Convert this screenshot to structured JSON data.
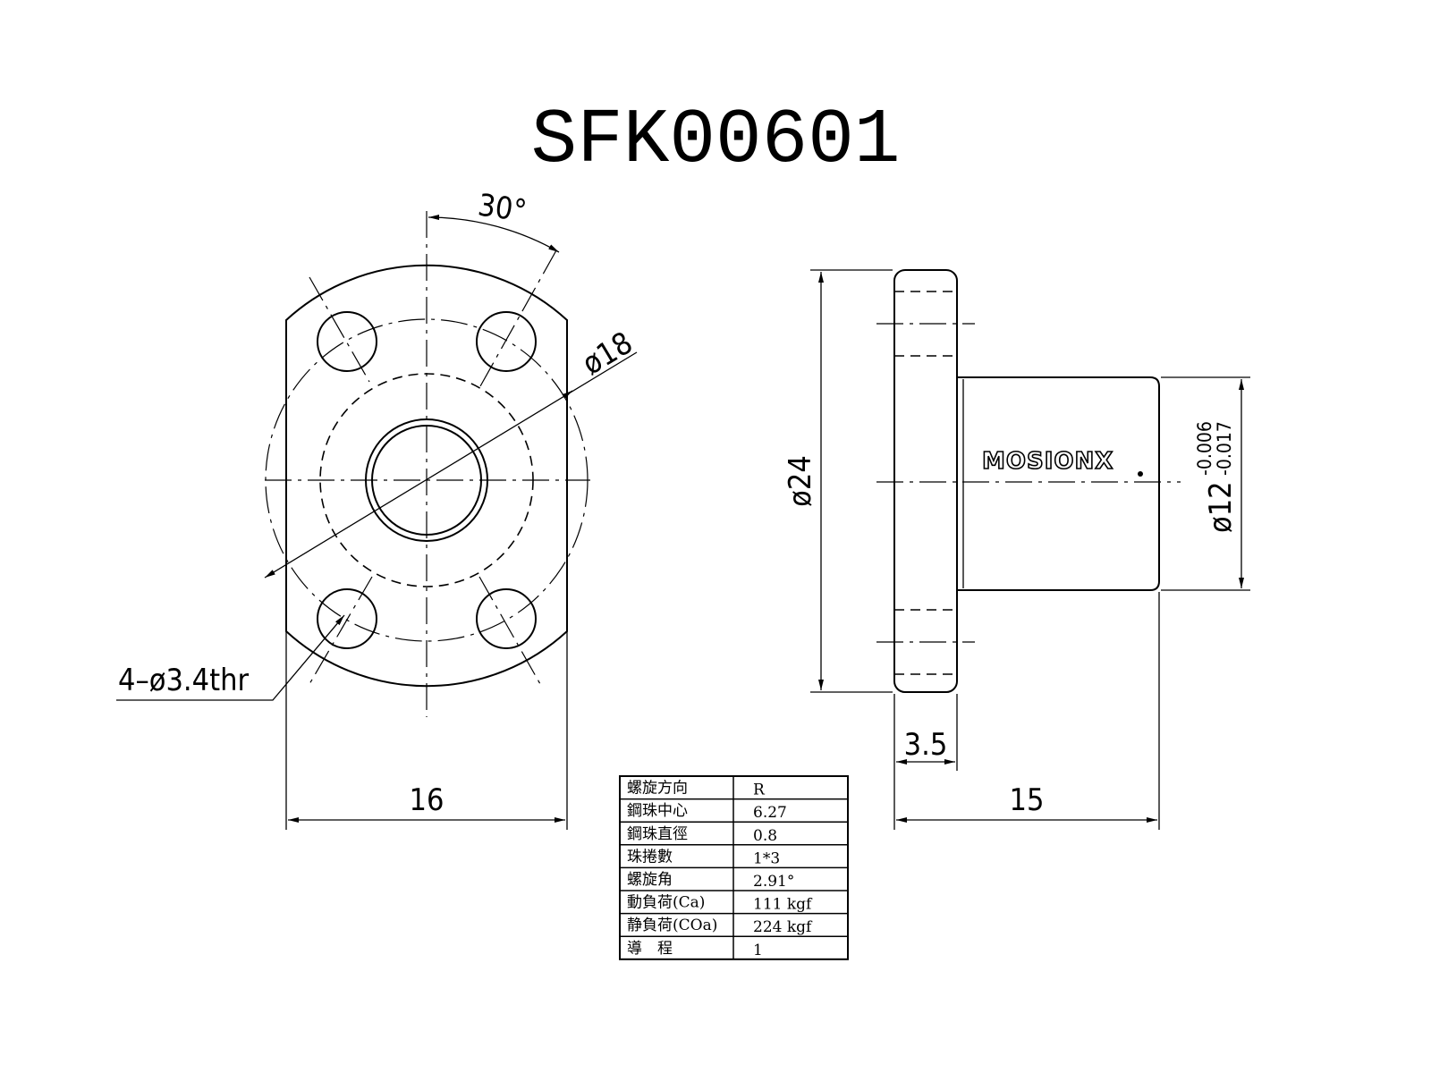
{
  "title": "SFK00601",
  "front_view": {
    "angle_label": "30°",
    "pcd_label": "ø18",
    "holes_label": "4–ø3.4thr",
    "width_label": "16"
  },
  "side_view": {
    "flange_dia_label": "ø24",
    "body_dia_label": "ø12",
    "tol_upper": "-0.006",
    "tol_lower": "-0.017",
    "flange_thk_label": "3.5",
    "length_label": "15",
    "logo_text": "MOSIONX"
  },
  "spec_table": [
    {
      "label": "螺旋方向",
      "value": "R"
    },
    {
      "label": "鋼珠中心",
      "value": "6.27"
    },
    {
      "label": "鋼珠直徑",
      "value": "0.8"
    },
    {
      "label": "珠捲數",
      "value": "1*3"
    },
    {
      "label": "螺旋角",
      "value": "2.91°"
    },
    {
      "label": "動負荷(Ca)",
      "value": "111 kgf"
    },
    {
      "label": "静負荷(COa)",
      "value": "224 kgf"
    },
    {
      "label": "導　程",
      "value": "1"
    }
  ]
}
